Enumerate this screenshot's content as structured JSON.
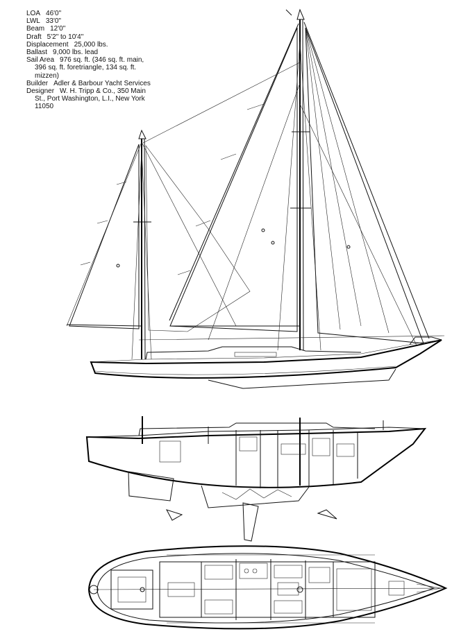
{
  "specs": {
    "loa": {
      "label": "LOA",
      "value": "46'0\""
    },
    "lwl": {
      "label": "LWL",
      "value": "33'0\""
    },
    "beam": {
      "label": "Beam",
      "value": "12'0\""
    },
    "draft": {
      "label": "Draft",
      "value": "5'2\" to 10'4\""
    },
    "displacement": {
      "label": "Displacement",
      "value": "25,000 lbs."
    },
    "ballast": {
      "label": "Ballast",
      "value": "9,000 lbs. lead"
    },
    "sail_area": {
      "label": "Sail Area",
      "line1": "976 sq. ft. (346 sq. ft. main,",
      "line2": "396 sq. ft. foretriangle, 134 sq. ft.",
      "line3": "mizzen)"
    },
    "builder": {
      "label": "Builder",
      "value": "Adler & Barbour Yacht Services"
    },
    "designer": {
      "label": "Designer",
      "line1": "W. H. Tripp & Co., 350 Main",
      "line2": "St., Port Washington, L.I., New York",
      "line3": "11050"
    }
  }
}
